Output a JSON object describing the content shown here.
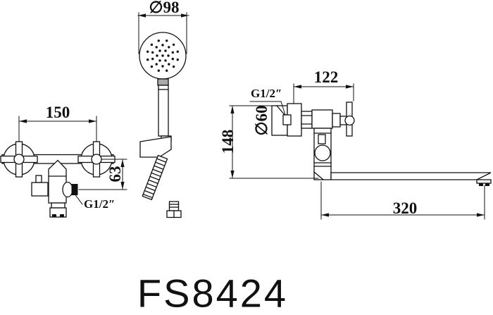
{
  "page": {
    "background": "#ffffff",
    "line_color": "#111111",
    "type_note": "technical dimension drawing of bath shower mixer"
  },
  "model_label": "FS8424",
  "left_mixer": {
    "center_distance": "150",
    "outlet_height": "63",
    "thread": "G1/2″"
  },
  "hand_shower": {
    "head_diameter": "∅98"
  },
  "right_mixer": {
    "thread": "G1/2″",
    "body_depth": "122",
    "escutcheon_diameter": "∅60",
    "wall_height": "148",
    "spout_length": "320"
  }
}
